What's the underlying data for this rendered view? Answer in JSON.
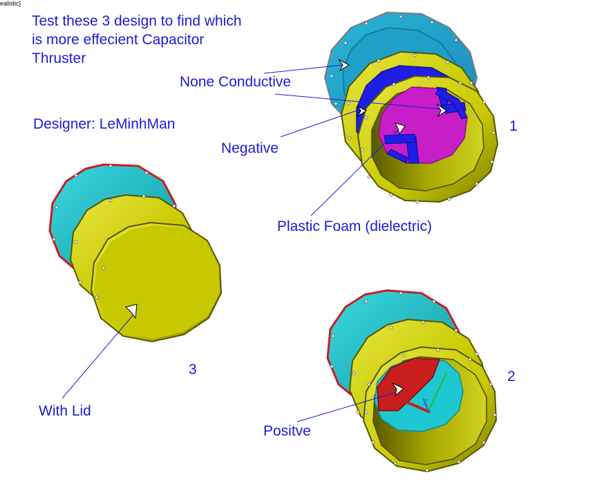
{
  "viewport": {
    "visual_style_tag": "ealistic]"
  },
  "title": {
    "lines": [
      "Test these 3 design to find which",
      "is more effecient Capacitor",
      "Thruster"
    ]
  },
  "designer": "Designer: LeMinhMan",
  "callouts": {
    "none_conductive": "None Conductive",
    "negative": "Negative",
    "plastic_foam": "Plastic Foam (dielectric)",
    "with_lid": "With Lid",
    "positive": "Positve"
  },
  "design_numbers": {
    "one": "1",
    "two": "2",
    "three": "3"
  },
  "colors": {
    "label_blue": "#1a1ad9",
    "yellow_ring": "#c8c800",
    "cyan_ring": "#1ec8d2",
    "magenta_foam": "#c81ec8",
    "negative_blue": "#1e1ee6",
    "positive_red": "#c81e1e",
    "edge_red": "#c81e1e"
  },
  "icons": [
    "mouse-cursor-icon",
    "ucs-axes-icon"
  ]
}
